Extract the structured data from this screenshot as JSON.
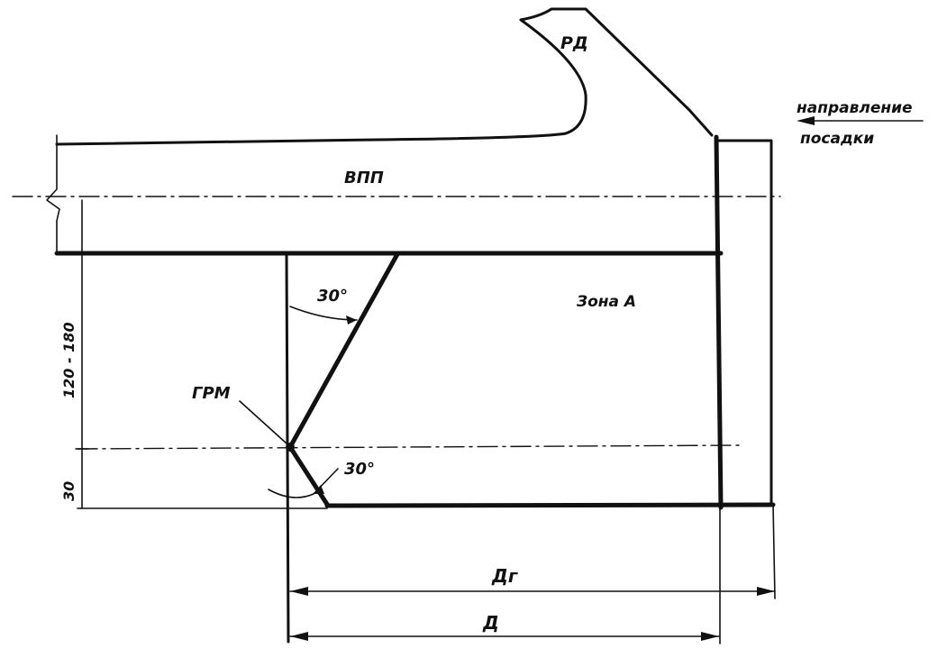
{
  "labels": {
    "rd": "РД",
    "vpp": "ВПП",
    "direction_line1": "направление",
    "direction_line2": "посадки",
    "zone": "Зона А",
    "grm": "ГРМ",
    "angle_top": "30°",
    "angle_bottom": "30°",
    "dim_vertical_upper": "120 - 180",
    "dim_vertical_lower": "30",
    "dim_dg": "Дг",
    "dim_d": "Д"
  }
}
